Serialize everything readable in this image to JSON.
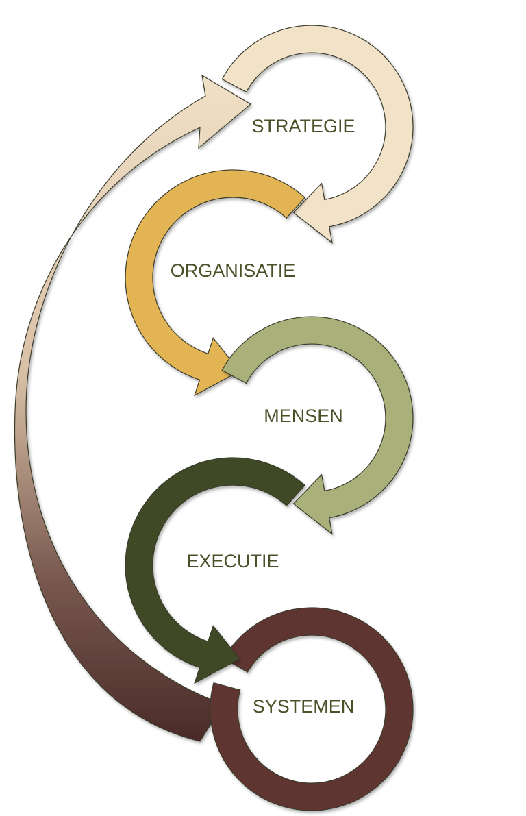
{
  "diagram": {
    "steps": [
      {
        "label": "STRATEGIE",
        "color": "#f2e2c8"
      },
      {
        "label": "ORGANISATIE",
        "color": "#e3b452"
      },
      {
        "label": "MENSEN",
        "color": "#a9b07a"
      },
      {
        "label": "EXECUTIE",
        "color": "#3f4a25"
      },
      {
        "label": "SYSTEMEN",
        "color": "#5e3433"
      }
    ],
    "return_arrow": {
      "color_top": "#f0e0c6",
      "color_bottom": "#4a2a28"
    }
  }
}
